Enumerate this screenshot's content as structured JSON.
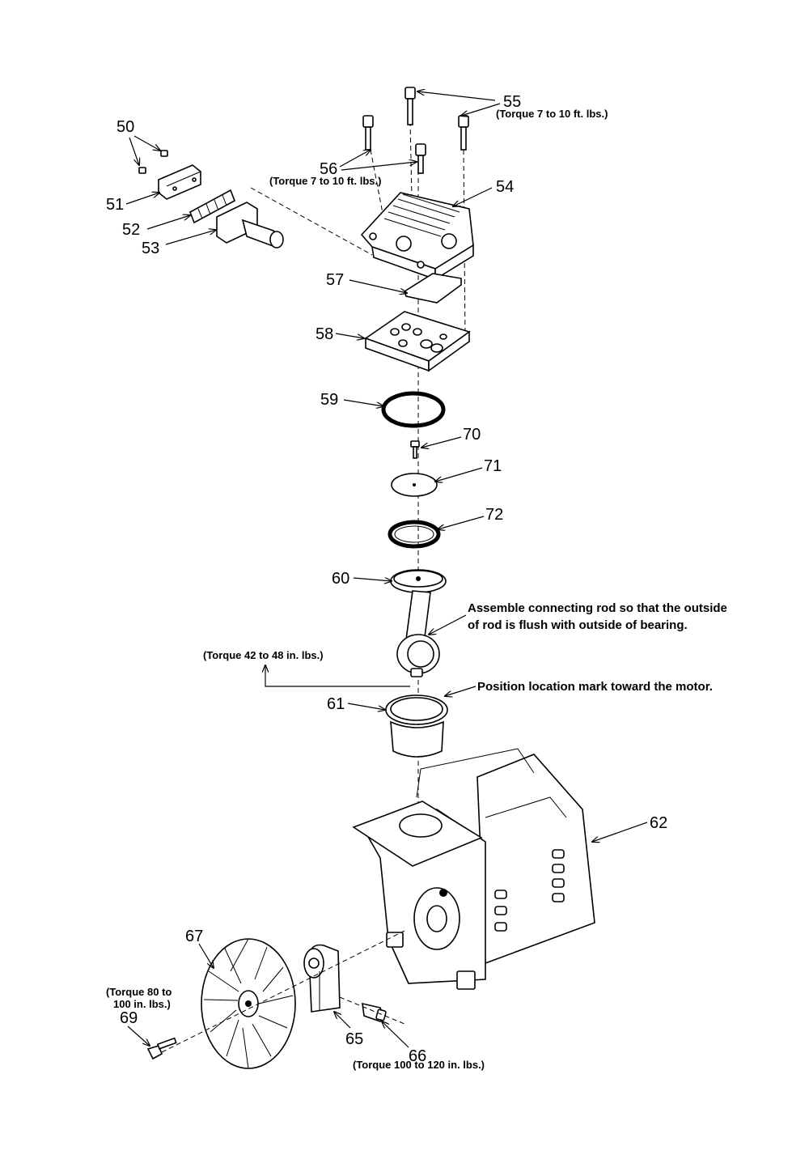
{
  "callouts": {
    "p50": "50",
    "p51": "51",
    "p52": "52",
    "p53": "53",
    "p54": "54",
    "p55": "55",
    "p56": "56",
    "p57": "57",
    "p58": "58",
    "p59": "59",
    "p60": "60",
    "p61": "61",
    "p62": "62",
    "p65": "65",
    "p66": "66",
    "p67": "67",
    "p69": "69",
    "p70": "70",
    "p71": "71",
    "p72": "72"
  },
  "notes": {
    "torque_55": "(Torque 7 to 10 ft. lbs.)",
    "torque_56": "(Torque 7 to 10 ft. lbs.)",
    "torque_rod": "(Torque 42 to 48 in. lbs.)",
    "rod_line1": "Assemble connecting rod so that the outside",
    "rod_line2": "of  rod is flush with outside of bearing.",
    "location_mark": "Position location mark toward the motor.",
    "torque_69_line1": "(Torque 80 to",
    "torque_69_line2": "100 in. lbs.)",
    "torque_66": "(Torque 100 to 120 in. lbs.)"
  }
}
